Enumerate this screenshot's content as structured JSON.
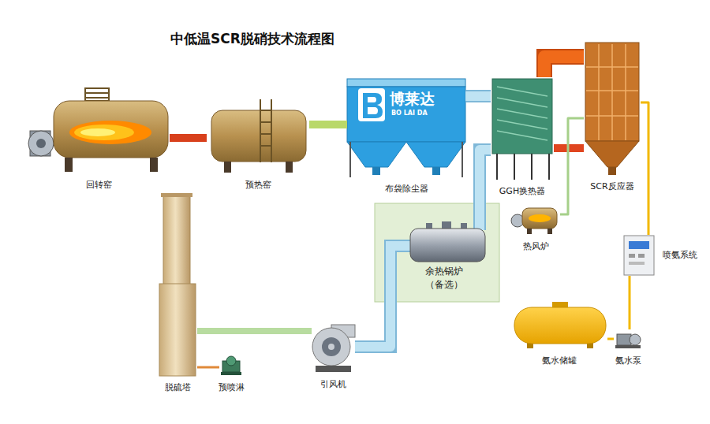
{
  "diagram": {
    "title": "中低温SCR脱硝技术流程图",
    "nodes": [
      {
        "text": [
          "回转窑"
        ]
      },
      {
        "text": [
          "预热窑"
        ]
      },
      {
        "text": [
          "布袋除尘器"
        ]
      },
      {
        "text": [
          "GGH换热器"
        ]
      },
      {
        "text": [
          "SCR反应器"
        ]
      },
      {
        "text": [
          "热风炉"
        ]
      },
      {
        "text": [
          "喷氨系统"
        ]
      },
      {
        "text": [
          "余热锅炉 （备选）"
        ]
      },
      {
        "text": [
          "氨水储罐"
        ]
      },
      {
        "text": [
          "氨水泵"
        ]
      },
      {
        "text": [
          "引风机"
        ]
      },
      {
        "text": [
          "脱硫塔"
        ]
      },
      {
        "text": [
          "预喷淋"
        ]
      }
    ],
    "edges": [
      {
        "from": 0,
        "to": 1,
        "arrow": "none"
      },
      {
        "from": 1,
        "to": 2,
        "arrow": "none"
      },
      {
        "from": 2,
        "to": 3,
        "arrow": "none"
      },
      {
        "from": 3,
        "to": 4,
        "arrow": "none"
      },
      {
        "from": 4,
        "to": 3,
        "arrow": "none"
      },
      {
        "from": 3,
        "to": 7,
        "arrow": "none"
      },
      {
        "from": 7,
        "to": 10,
        "arrow": "none"
      },
      {
        "from": 10,
        "to": 11,
        "arrow": "none"
      },
      {
        "from": 12,
        "to": 11,
        "arrow": "none"
      },
      {
        "from": 5,
        "to": 4,
        "arrow": "none"
      },
      {
        "from": 6,
        "to": 4,
        "arrow": "none"
      },
      {
        "from": 8,
        "to": 9,
        "arrow": "none"
      },
      {
        "from": 9,
        "to": 6,
        "arrow": "none"
      }
    ],
    "labels": [
      "博莱达",
      "BO LAI DA"
    ]
  }
}
